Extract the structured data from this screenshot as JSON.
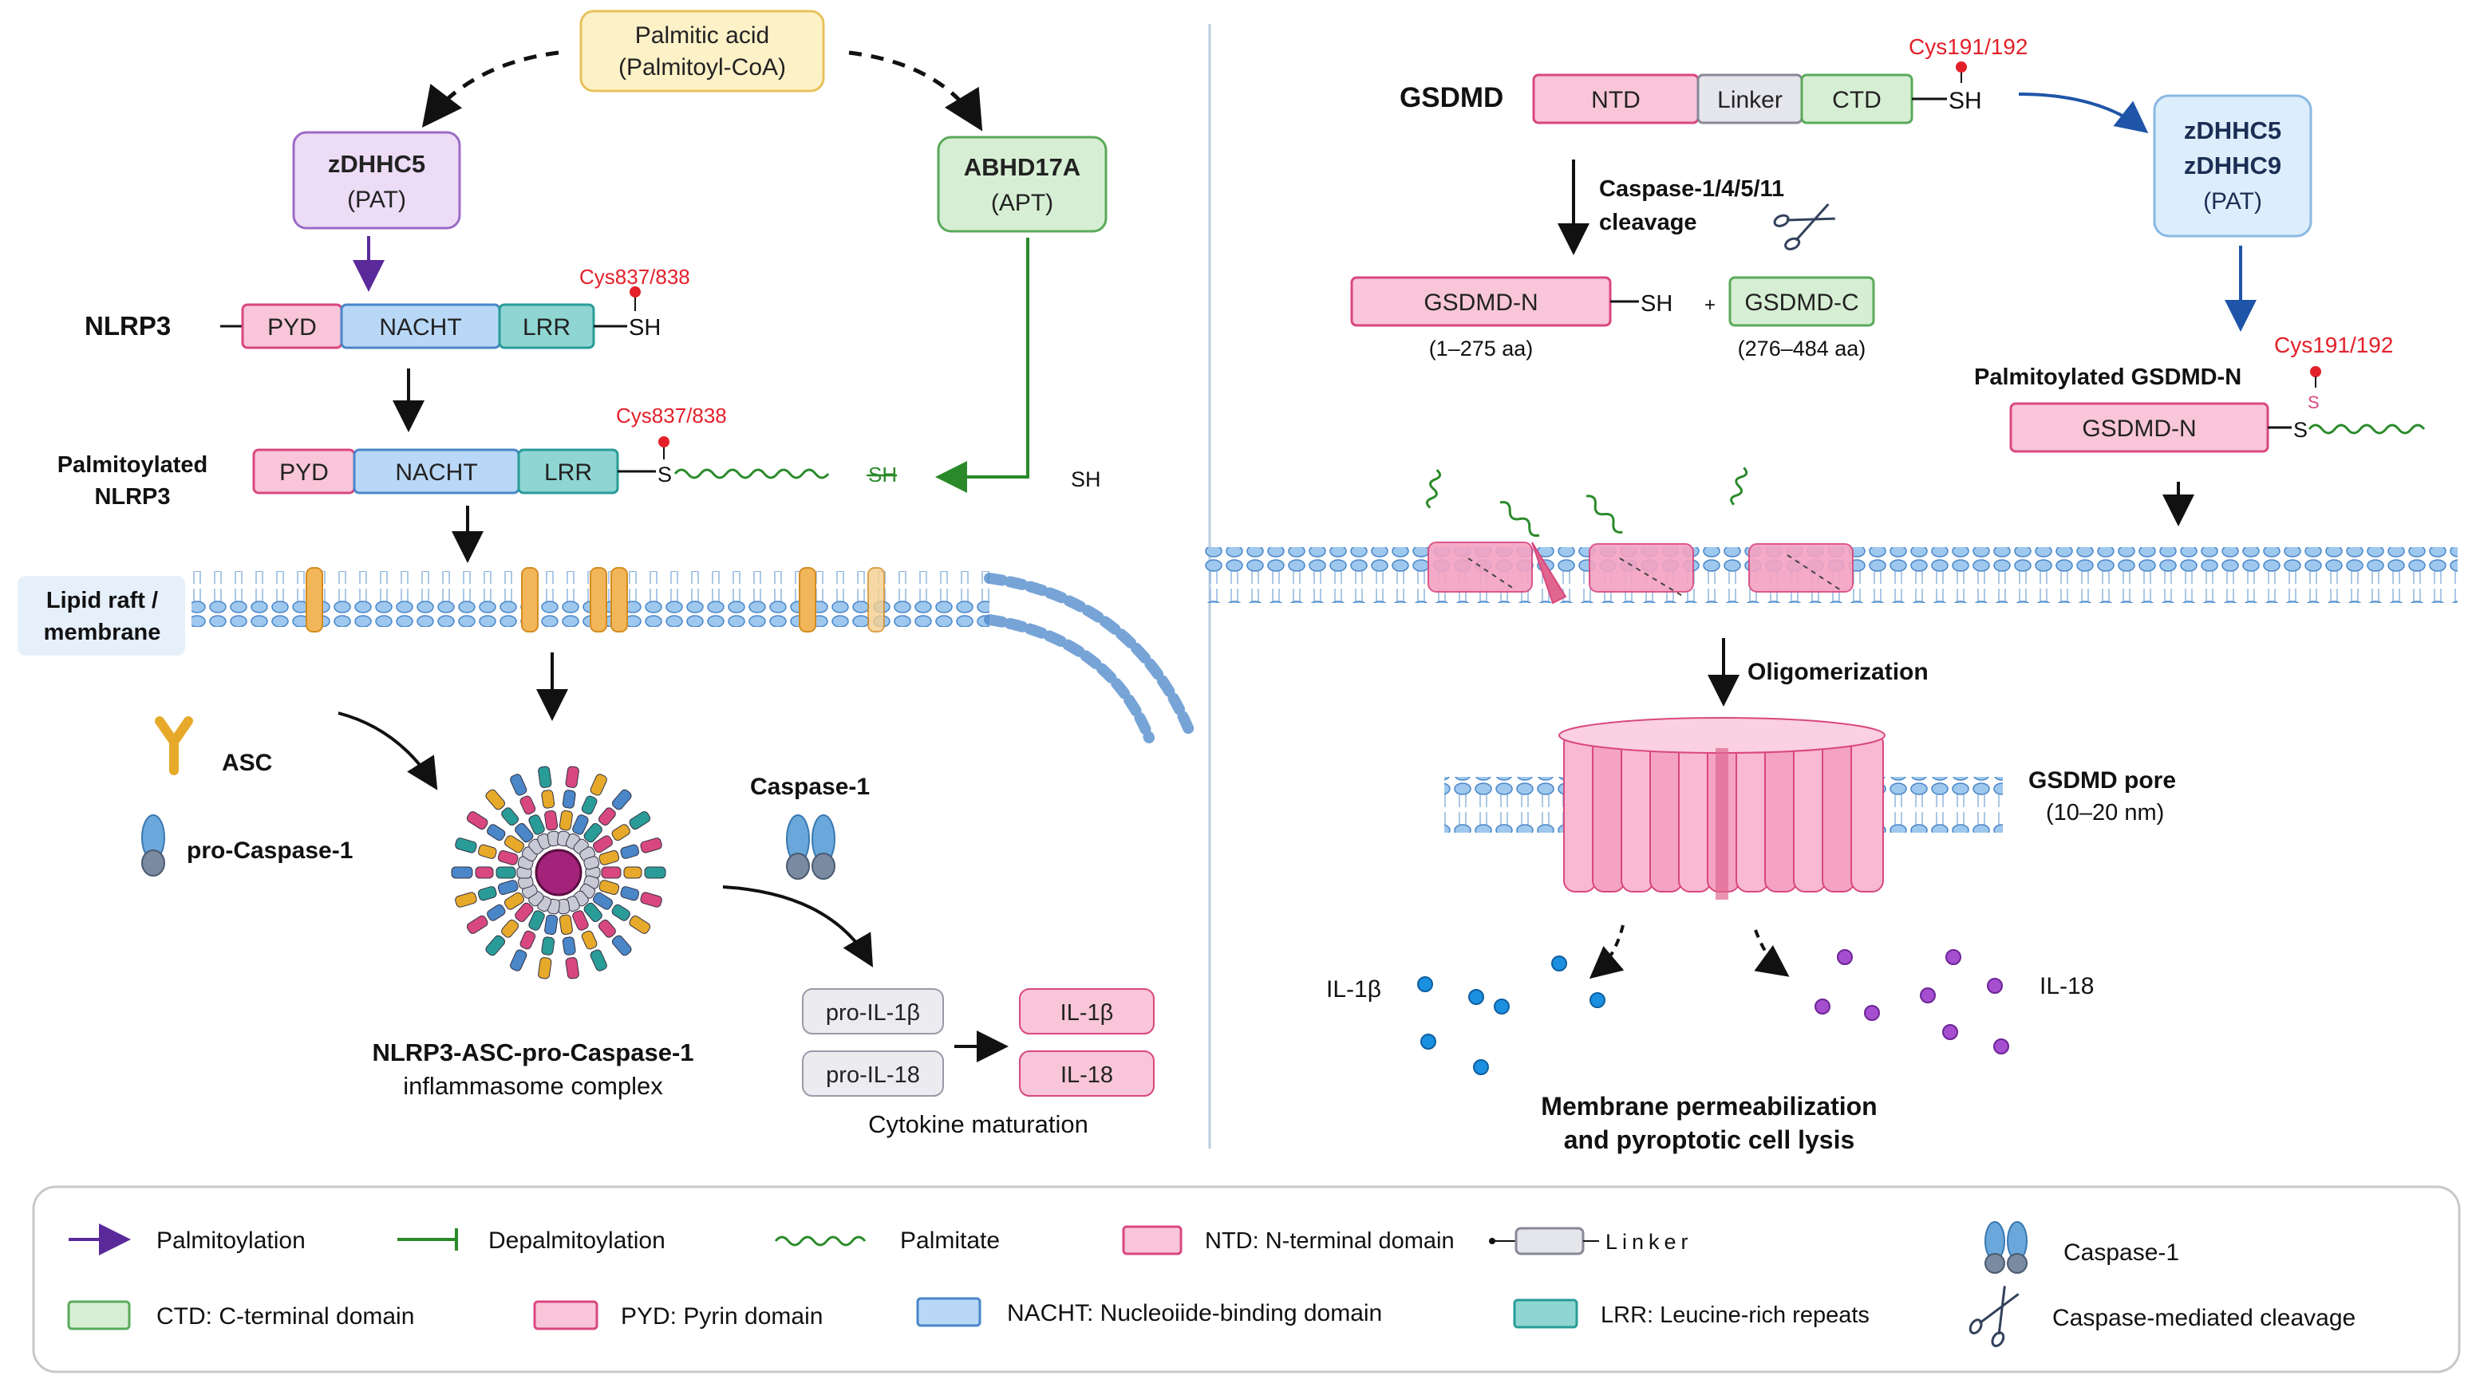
{
  "colors": {
    "pink_fill": "#f8c6d8",
    "pink_stroke": "#d9477f",
    "blue_fill": "#b9d7f6",
    "blue_stroke": "#4a86c8",
    "teal_fill": "#8fd6d3",
    "teal_stroke": "#2a9c98",
    "green_fill": "#d6efd4",
    "green_stroke": "#5aaa5a",
    "purple_fill": "#ecdcf6",
    "purple_stroke": "#9b6bc6",
    "yellow_fill": "#fdf1c7",
    "yellow_stroke": "#e7c25b",
    "gray_fill": "#e5e5ec",
    "gray_stroke": "#888898",
    "red": "#e3202a",
    "purple_arrow": "#5b2a9a",
    "green_arrow": "#2a8a2a",
    "navy_arrow": "#1f55a8",
    "membrane_blue": "#9ec8ee"
  },
  "left": {
    "palmitic_acid": {
      "line1": "Palmitic acid",
      "line2": "(Palmitoyl-CoA)"
    },
    "zdhhc5": {
      "line1": "zDHHC5",
      "line2": "(PAT)"
    },
    "abhd17a": {
      "line1": "ABHD17A",
      "line2": "(APT)"
    },
    "nlrp3_label": "NLRP3",
    "cys_label": "Cys837/838",
    "domains": {
      "pyd": "PYD",
      "nacht": "NACHT",
      "lrr": "LRR"
    },
    "sh": "SH",
    "palmitoylated_label": {
      "line1": "Palmitoylated",
      "line2": "NLRP3"
    },
    "s": "S",
    "struck_sh": "SH",
    "free_sh": "SH",
    "lipid_raft": {
      "line1": "Lipid raft /",
      "line2": "membrane"
    },
    "asc": "ASC",
    "pro_caspase": "pro-Caspase-1",
    "caspase1": "Caspase-1",
    "complex": {
      "line1": "NLRP3-ASC-pro-Caspase-1",
      "line2": "inflammasome complex"
    },
    "pro_il1b": "pro-IL-1β",
    "pro_il18": "pro-IL-18",
    "il1b": "IL-1β",
    "il18": "IL-18",
    "cytokine_maturation": "Cytokine maturation"
  },
  "right": {
    "gsdmd": "GSDMD",
    "domains": {
      "ntd": "NTD",
      "linker": "Linker",
      "ctd": "CTD"
    },
    "cys_label": "Cys191/192",
    "sh": "SH",
    "pat_box": {
      "line1": "zDHHC5",
      "line2": "zDHHC9",
      "line3": "(PAT)"
    },
    "cleavage": {
      "line1": "Caspase-1/4/5/11",
      "line2": "cleavage"
    },
    "gsdmd_n": "GSDMD-N",
    "gsdmd_c": "GSDMD-C",
    "plus": "+",
    "range_n": "(1–275 aa)",
    "range_c": "(276–484 aa)",
    "palmitoylated_label": "Palmitoylated GSDMD-N",
    "cys_label_2": "Cys191/192",
    "s": "S",
    "oligomerization": "Oligomerization",
    "pore": {
      "line1": "GSDMD pore",
      "line2": "(10–20 nm)"
    },
    "il1b": "IL-1β",
    "il18": "IL-18",
    "lysis": {
      "line1": "Membrane permeabilization",
      "line2": "and pyroptotic cell lysis"
    }
  },
  "legend": {
    "palmitoylation": "Palmitoylation",
    "depalmitoylation": "Depalmitoylation",
    "palmitate": "Palmitate",
    "ntd": "NTD: N-terminal domain",
    "linker": "Linker",
    "caspase1": "Caspase-1",
    "ctd": "CTD: C-terminal domain",
    "pyd": "PYD: Pyrin domain",
    "nacht": "NACHT: Nucleoiide-binding domain",
    "lrr": "LRR: Leucine-rich repeats",
    "cleavage": "Caspase-mediated cleavage"
  }
}
